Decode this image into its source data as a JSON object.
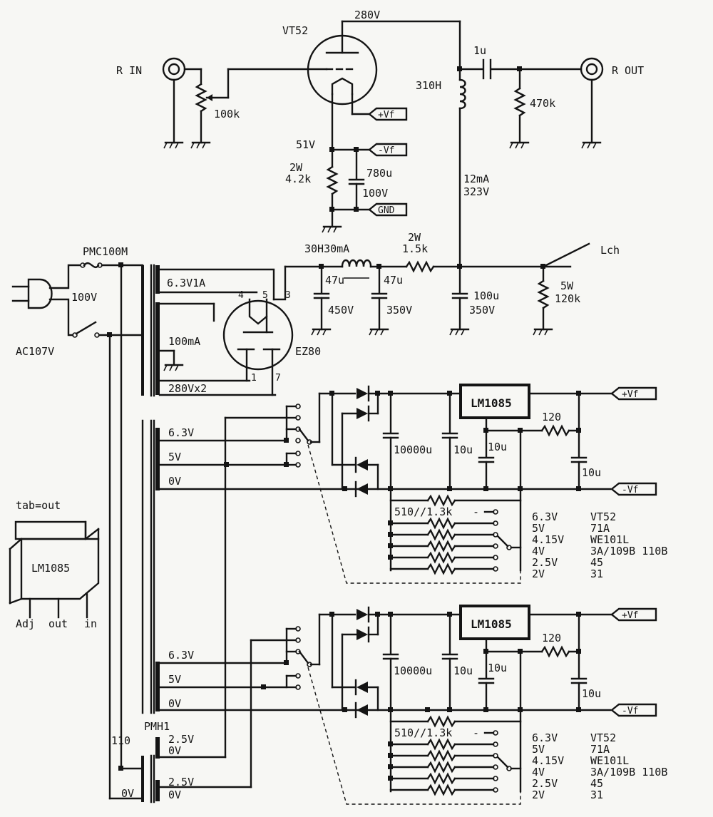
{
  "signal": {
    "tube": "VT52",
    "plate_voltage": "280V",
    "input_label": "R IN",
    "output_label": "R OUT",
    "volume_pot": "100k",
    "coupling_cap": "1u",
    "choke": "310H",
    "out_resistor": "470k",
    "cathode_voltage": "51V",
    "cathode_res_power": "2W",
    "cathode_res": "4.2k",
    "cathode_cap": "780u",
    "cathode_cap_voltage": "100V",
    "current": "12mA",
    "supply_voltage": "323V",
    "plus_vf": "+Vf",
    "minus_vf": "-Vf",
    "gnd": "GND"
  },
  "hv_supply": {
    "transformer": "PMC100M",
    "mains_100": "100V",
    "mains_ac": "AC107V",
    "winding_heater": "6.3V1A",
    "winding_hv_current": "100mA",
    "winding_hv": "280Vx2",
    "rectifier": "EZ80",
    "pin4": "4",
    "pin5": "5",
    "pin3": "3",
    "pin1": "1",
    "pin7": "7",
    "choke": "30H30mA",
    "cap1": "47u",
    "cap1_v": "450V",
    "cap2": "47u",
    "cap2_v": "350V",
    "res_power": "2W",
    "res": "1.5k",
    "cap3": "100u",
    "cap3_v": "350V",
    "bleed_power": "5W",
    "bleed": "120k",
    "other_channel": "Lch"
  },
  "heater_supply": {
    "winding_63": "6.3V",
    "winding_5": "5V",
    "winding_0": "0V",
    "regulator": "LM1085",
    "filter_cap": "10000u",
    "cap_a": "10u",
    "cap_b": "10u",
    "set_res": "120",
    "out_cap": "10u",
    "ladder": "510//1.3k",
    "plus_vf": "+Vf",
    "minus_vf": "-Vf",
    "taps": [
      {
        "voltage": "6.3V",
        "tube": "VT52"
      },
      {
        "voltage": "5V",
        "tube": "71A"
      },
      {
        "voltage": "4.15V",
        "tube": "WE101L"
      },
      {
        "voltage": "4V",
        "tube": "3A/109B 110B"
      },
      {
        "voltage": "2.5V",
        "tube": "45"
      },
      {
        "voltage": "2V",
        "tube": "31"
      }
    ]
  },
  "aux_transformer": {
    "name": "PMH1",
    "primary_110": "110",
    "primary_0": "0V",
    "sec_25": "2.5V",
    "sec_0": "0V"
  },
  "package": {
    "note": "tab=out",
    "part": "LM1085",
    "pin_adj": "Adj",
    "pin_out": "out",
    "pin_in": "in"
  }
}
